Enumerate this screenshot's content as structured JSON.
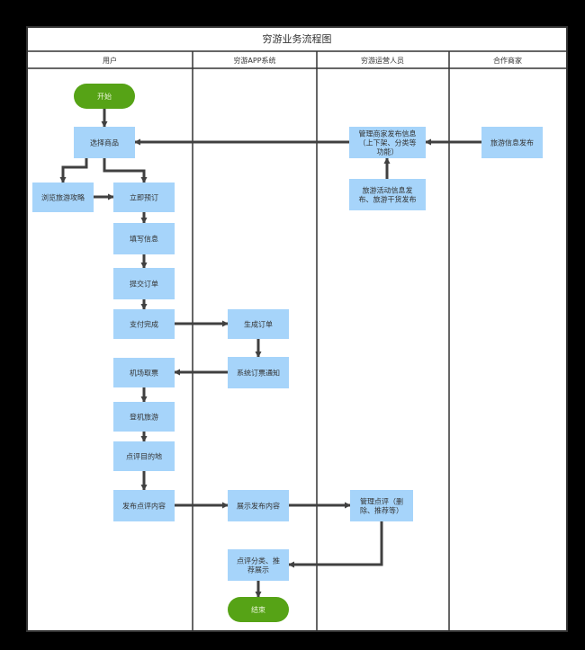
{
  "title": "穷游业务流程图",
  "lanes": [
    {
      "id": "user",
      "label": "用户"
    },
    {
      "id": "app",
      "label": "穷游APP系统"
    },
    {
      "id": "ops",
      "label": "穷游运营人员"
    },
    {
      "id": "partner",
      "label": "合作商家"
    }
  ],
  "nodes": [
    {
      "id": "start",
      "lines": [
        "开始"
      ],
      "kind": "terminal"
    },
    {
      "id": "choose",
      "lines": [
        "选择商品"
      ],
      "kind": "process"
    },
    {
      "id": "browse",
      "lines": [
        "浏览旅游攻略"
      ],
      "kind": "process"
    },
    {
      "id": "book",
      "lines": [
        "立即预订"
      ],
      "kind": "process"
    },
    {
      "id": "fill",
      "lines": [
        "填写信息"
      ],
      "kind": "process"
    },
    {
      "id": "submit",
      "lines": [
        "提交订单"
      ],
      "kind": "process"
    },
    {
      "id": "pay",
      "lines": [
        "支付完成"
      ],
      "kind": "process"
    },
    {
      "id": "gen",
      "lines": [
        "生成订单"
      ],
      "kind": "process"
    },
    {
      "id": "notify",
      "lines": [
        "系统订票通知"
      ],
      "kind": "process"
    },
    {
      "id": "ticket",
      "lines": [
        "机场取票"
      ],
      "kind": "process"
    },
    {
      "id": "board",
      "lines": [
        "登机旅游"
      ],
      "kind": "process"
    },
    {
      "id": "review",
      "lines": [
        "点评目的地"
      ],
      "kind": "process"
    },
    {
      "id": "post",
      "lines": [
        "发布点评内容"
      ],
      "kind": "process"
    },
    {
      "id": "show",
      "lines": [
        "展示发布内容"
      ],
      "kind": "process"
    },
    {
      "id": "manage_review",
      "lines": [
        "管理点评（删",
        "除、推荐等）"
      ],
      "kind": "process"
    },
    {
      "id": "classify",
      "lines": [
        "点评分类、推",
        "荐展示"
      ],
      "kind": "process"
    },
    {
      "id": "end",
      "lines": [
        "结束"
      ],
      "kind": "terminal"
    },
    {
      "id": "manage_info",
      "lines": [
        "管理商家发布信息",
        "（上下架、分类等",
        "功能）"
      ],
      "kind": "process"
    },
    {
      "id": "activity",
      "lines": [
        "旅游活动信息发",
        "布、旅游干货发布"
      ],
      "kind": "process"
    },
    {
      "id": "partner_post",
      "lines": [
        "旅游信息发布"
      ],
      "kind": "process"
    }
  ],
  "edges": [
    {
      "from": "start",
      "to": "choose"
    },
    {
      "from": "choose",
      "to": "browse"
    },
    {
      "from": "choose",
      "to": "book"
    },
    {
      "from": "browse",
      "to": "book"
    },
    {
      "from": "book",
      "to": "fill"
    },
    {
      "from": "fill",
      "to": "submit"
    },
    {
      "from": "submit",
      "to": "pay"
    },
    {
      "from": "pay",
      "to": "gen"
    },
    {
      "from": "gen",
      "to": "notify"
    },
    {
      "from": "notify",
      "to": "ticket"
    },
    {
      "from": "ticket",
      "to": "board"
    },
    {
      "from": "board",
      "to": "review"
    },
    {
      "from": "review",
      "to": "post"
    },
    {
      "from": "post",
      "to": "show"
    },
    {
      "from": "show",
      "to": "manage_review"
    },
    {
      "from": "manage_review",
      "to": "classify"
    },
    {
      "from": "classify",
      "to": "end"
    },
    {
      "from": "partner_post",
      "to": "manage_info"
    },
    {
      "from": "activity",
      "to": "manage_info"
    },
    {
      "from": "manage_info",
      "to": "choose"
    }
  ],
  "colors": {
    "background": "#000000",
    "frame": "#ffffff",
    "border": "#333333",
    "process_fill": "#a6d4fa",
    "terminal_fill": "#56a316",
    "edge": "#404040",
    "text": "#333333"
  }
}
